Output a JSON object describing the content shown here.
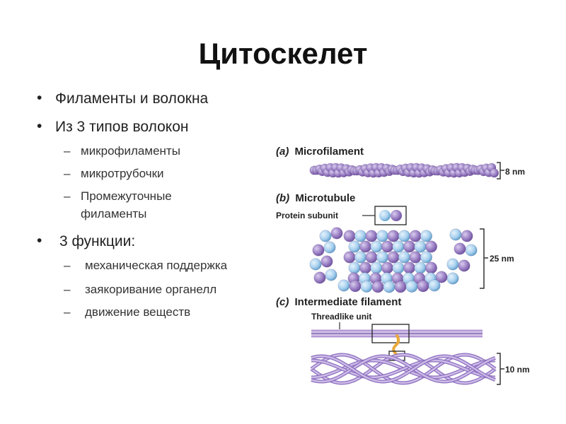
{
  "title": "Цитоскелет",
  "bullets": {
    "b1": "Филаменты и волокна",
    "b2": "Из 3 типов волокон",
    "b2_sub": [
      "микрофиламенты",
      "микротрубочки",
      "Промежуточные",
      "филаменты"
    ],
    "b3": "3 функции:",
    "b3_sub": [
      "механическая поддержка",
      "заякоривание органелл",
      "движение веществ"
    ]
  },
  "diagram": {
    "a_prefix": "(a)",
    "a_label": "Microfilament",
    "a_size": "8 nm",
    "b_prefix": "(b)",
    "b_label": "Microtubule",
    "b_subunit": "Protein subunit",
    "b_size": "25 nm",
    "c_prefix": "(c)",
    "c_label": "Intermediate filament",
    "c_unit": "Threadlike unit",
    "c_size": "10 nm"
  },
  "colors": {
    "purple": "#9a7fc4",
    "purple_dark": "#6d4f9c",
    "blue": "#a8d0ee",
    "blue_dark": "#5c9bc9",
    "fiber": "#b49ad6",
    "bracket": "#333333"
  }
}
